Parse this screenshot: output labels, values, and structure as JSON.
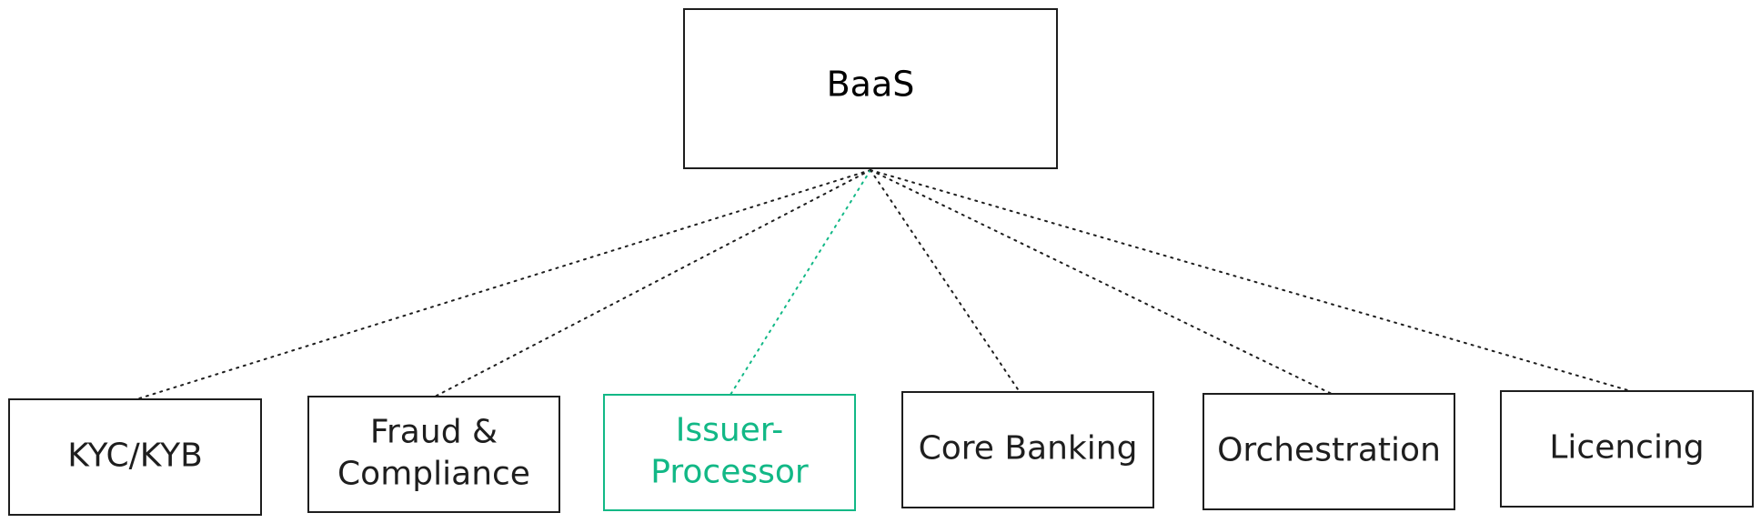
{
  "diagram": {
    "root": {
      "label": "BaaS"
    },
    "children": [
      {
        "id": "kyc",
        "lines": [
          "KYC/KYB"
        ],
        "highlighted": false
      },
      {
        "id": "fraud",
        "lines": [
          "Fraud &",
          "Compliance"
        ],
        "highlighted": false
      },
      {
        "id": "issuer",
        "lines": [
          "Issuer-",
          "Processor"
        ],
        "highlighted": true
      },
      {
        "id": "core",
        "lines": [
          "Core Banking"
        ],
        "highlighted": false
      },
      {
        "id": "orchestration",
        "lines": [
          "Orchestration"
        ],
        "highlighted": false
      },
      {
        "id": "licencing",
        "lines": [
          "Licencing"
        ],
        "highlighted": false
      }
    ],
    "colors": {
      "stroke": "#1e1e1e",
      "highlight": "#12b886",
      "background": "#ffffff"
    }
  }
}
